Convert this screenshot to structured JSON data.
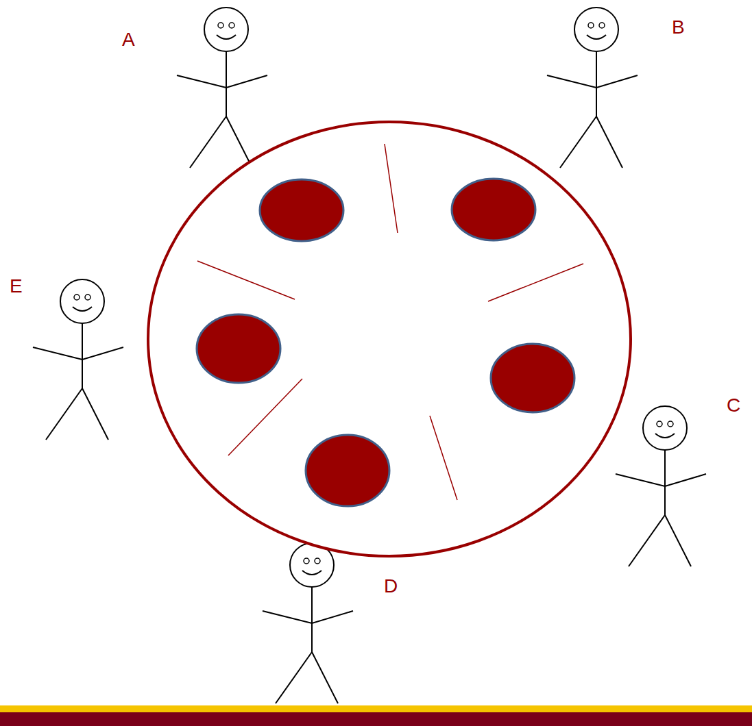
{
  "diagram": {
    "labels": [
      "A",
      "B",
      "E",
      "C",
      "D"
    ]
  }
}
